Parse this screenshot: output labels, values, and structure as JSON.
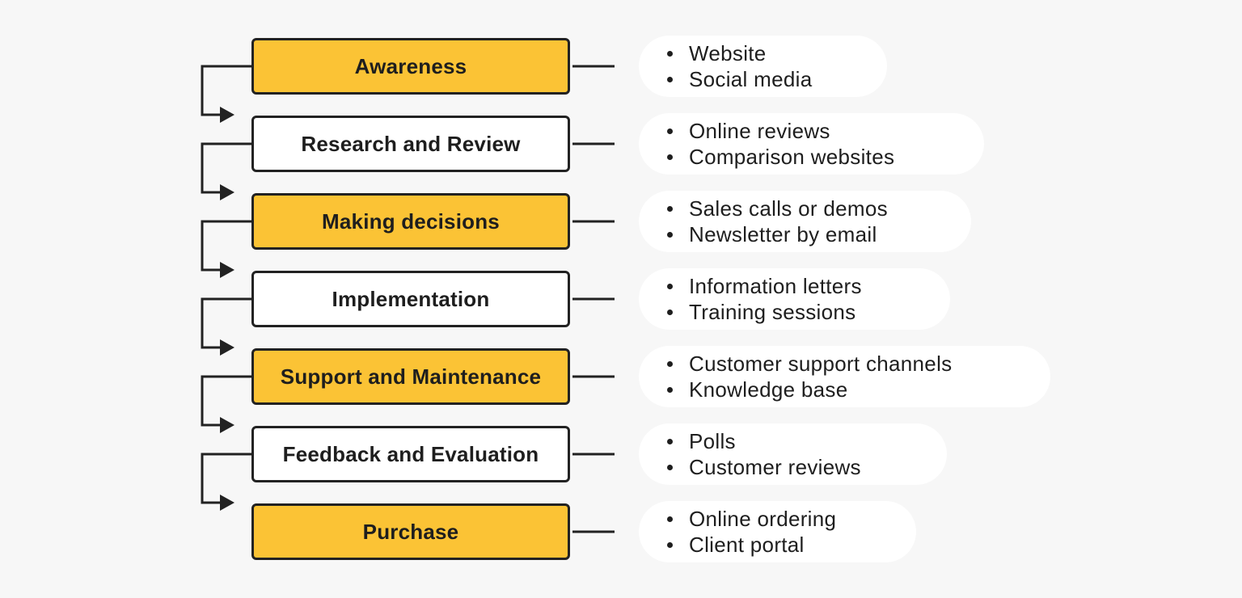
{
  "colors": {
    "accent": "#fbc335",
    "plain": "#ffffff",
    "stroke": "#222222",
    "background": "#f7f7f7"
  },
  "stages": [
    {
      "label": "Awareness",
      "style": "accent",
      "channels": [
        "Website",
        "Social media"
      ]
    },
    {
      "label": "Research and Review",
      "style": "plain",
      "channels": [
        "Online reviews",
        "Comparison websites"
      ]
    },
    {
      "label": "Making decisions",
      "style": "accent",
      "channels": [
        "Sales calls or demos",
        "Newsletter by email"
      ]
    },
    {
      "label": "Implementation",
      "style": "plain",
      "channels": [
        "Information letters",
        "Training sessions"
      ]
    },
    {
      "label": "Support and Maintenance",
      "style": "accent",
      "channels": [
        "Customer support channels",
        "Knowledge base"
      ]
    },
    {
      "label": "Feedback and Evaluation",
      "style": "plain",
      "channels": [
        "Polls",
        "Customer reviews"
      ]
    },
    {
      "label": "Purchase",
      "style": "accent",
      "channels": [
        "Online ordering",
        "Client portal"
      ]
    }
  ]
}
